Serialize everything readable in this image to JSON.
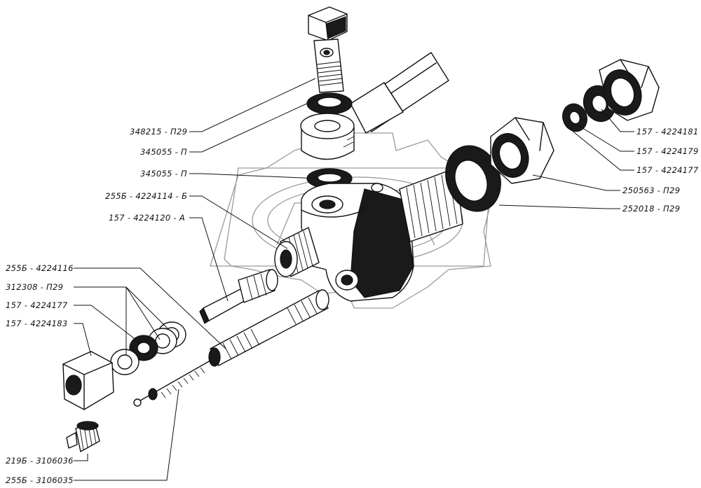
{
  "labels": {
    "p348215": "348215 - П29",
    "p345055a": "345055 - П",
    "p345055b": "345055 - П",
    "p4224114": "255Б - 4224114 - Б",
    "p4224120": "157 - 4224120 - А",
    "p4224116": "255Б - 4224116",
    "p312308": "312308 - П29",
    "p4224177l": "157 - 4224177",
    "p4224183": "157 - 4224183",
    "p3106036": "219Б - 3106036",
    "p3106035": "255Б - 3106035",
    "p4224181": "157 - 4224181",
    "p4224179": "157 - 4224179",
    "p4224177r": "157 - 4224177",
    "p250563": "250563 - П29",
    "p252018": "252018 - П29"
  },
  "colors": {
    "ink": "#111111",
    "watermark": "#9a9a9a",
    "background": "#ffffff"
  }
}
